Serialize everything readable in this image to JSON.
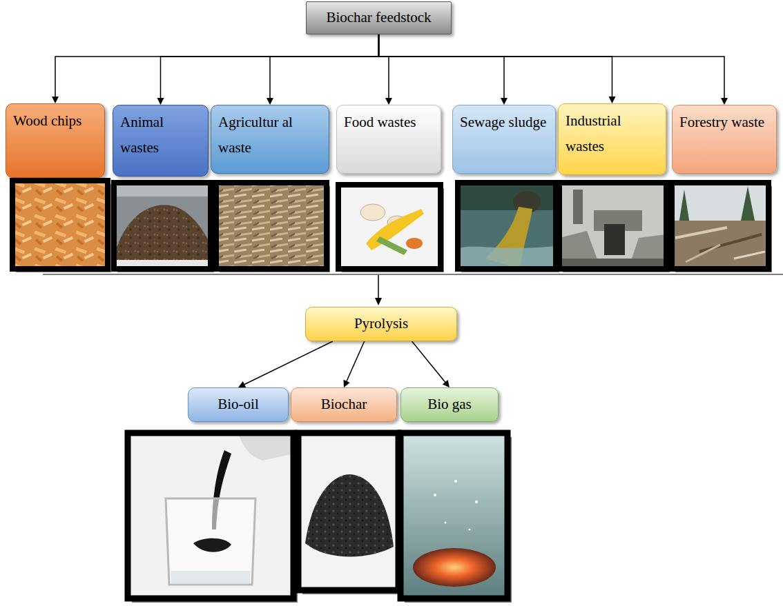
{
  "diagram": {
    "nodes": [
      {
        "text": [
          "Biochar feedstock"
        ]
      },
      {
        "text": [
          "Wood chips"
        ]
      },
      {
        "text": [
          "Animal wastes"
        ]
      },
      {
        "text": [
          "Agricultur al waste"
        ]
      },
      {
        "text": [
          "Food wastes"
        ]
      },
      {
        "text": [
          "Sewage sludge"
        ]
      },
      {
        "text": [
          "Industrial wastes"
        ]
      },
      {
        "text": [
          "Forestry waste"
        ]
      },
      {
        "text": [
          "Pyrolysis"
        ]
      },
      {
        "text": [
          "Bio-oil"
        ]
      },
      {
        "text": [
          "Biochar"
        ]
      },
      {
        "text": [
          "Bio gas"
        ]
      }
    ],
    "edges": [
      {
        "from": 0,
        "to": 1,
        "arrow": "to"
      },
      {
        "from": 0,
        "to": 2,
        "arrow": "to"
      },
      {
        "from": 0,
        "to": 3,
        "arrow": "to"
      },
      {
        "from": 0,
        "to": 4,
        "arrow": "to"
      },
      {
        "from": 0,
        "to": 5,
        "arrow": "to"
      },
      {
        "from": 0,
        "to": 6,
        "arrow": "to"
      },
      {
        "from": 0,
        "to": 7,
        "arrow": "to"
      },
      {
        "from": 8,
        "to": 9,
        "arrow": "to"
      },
      {
        "from": 8,
        "to": 10,
        "arrow": "to"
      },
      {
        "from": 8,
        "to": 11,
        "arrow": "to"
      }
    ]
  }
}
